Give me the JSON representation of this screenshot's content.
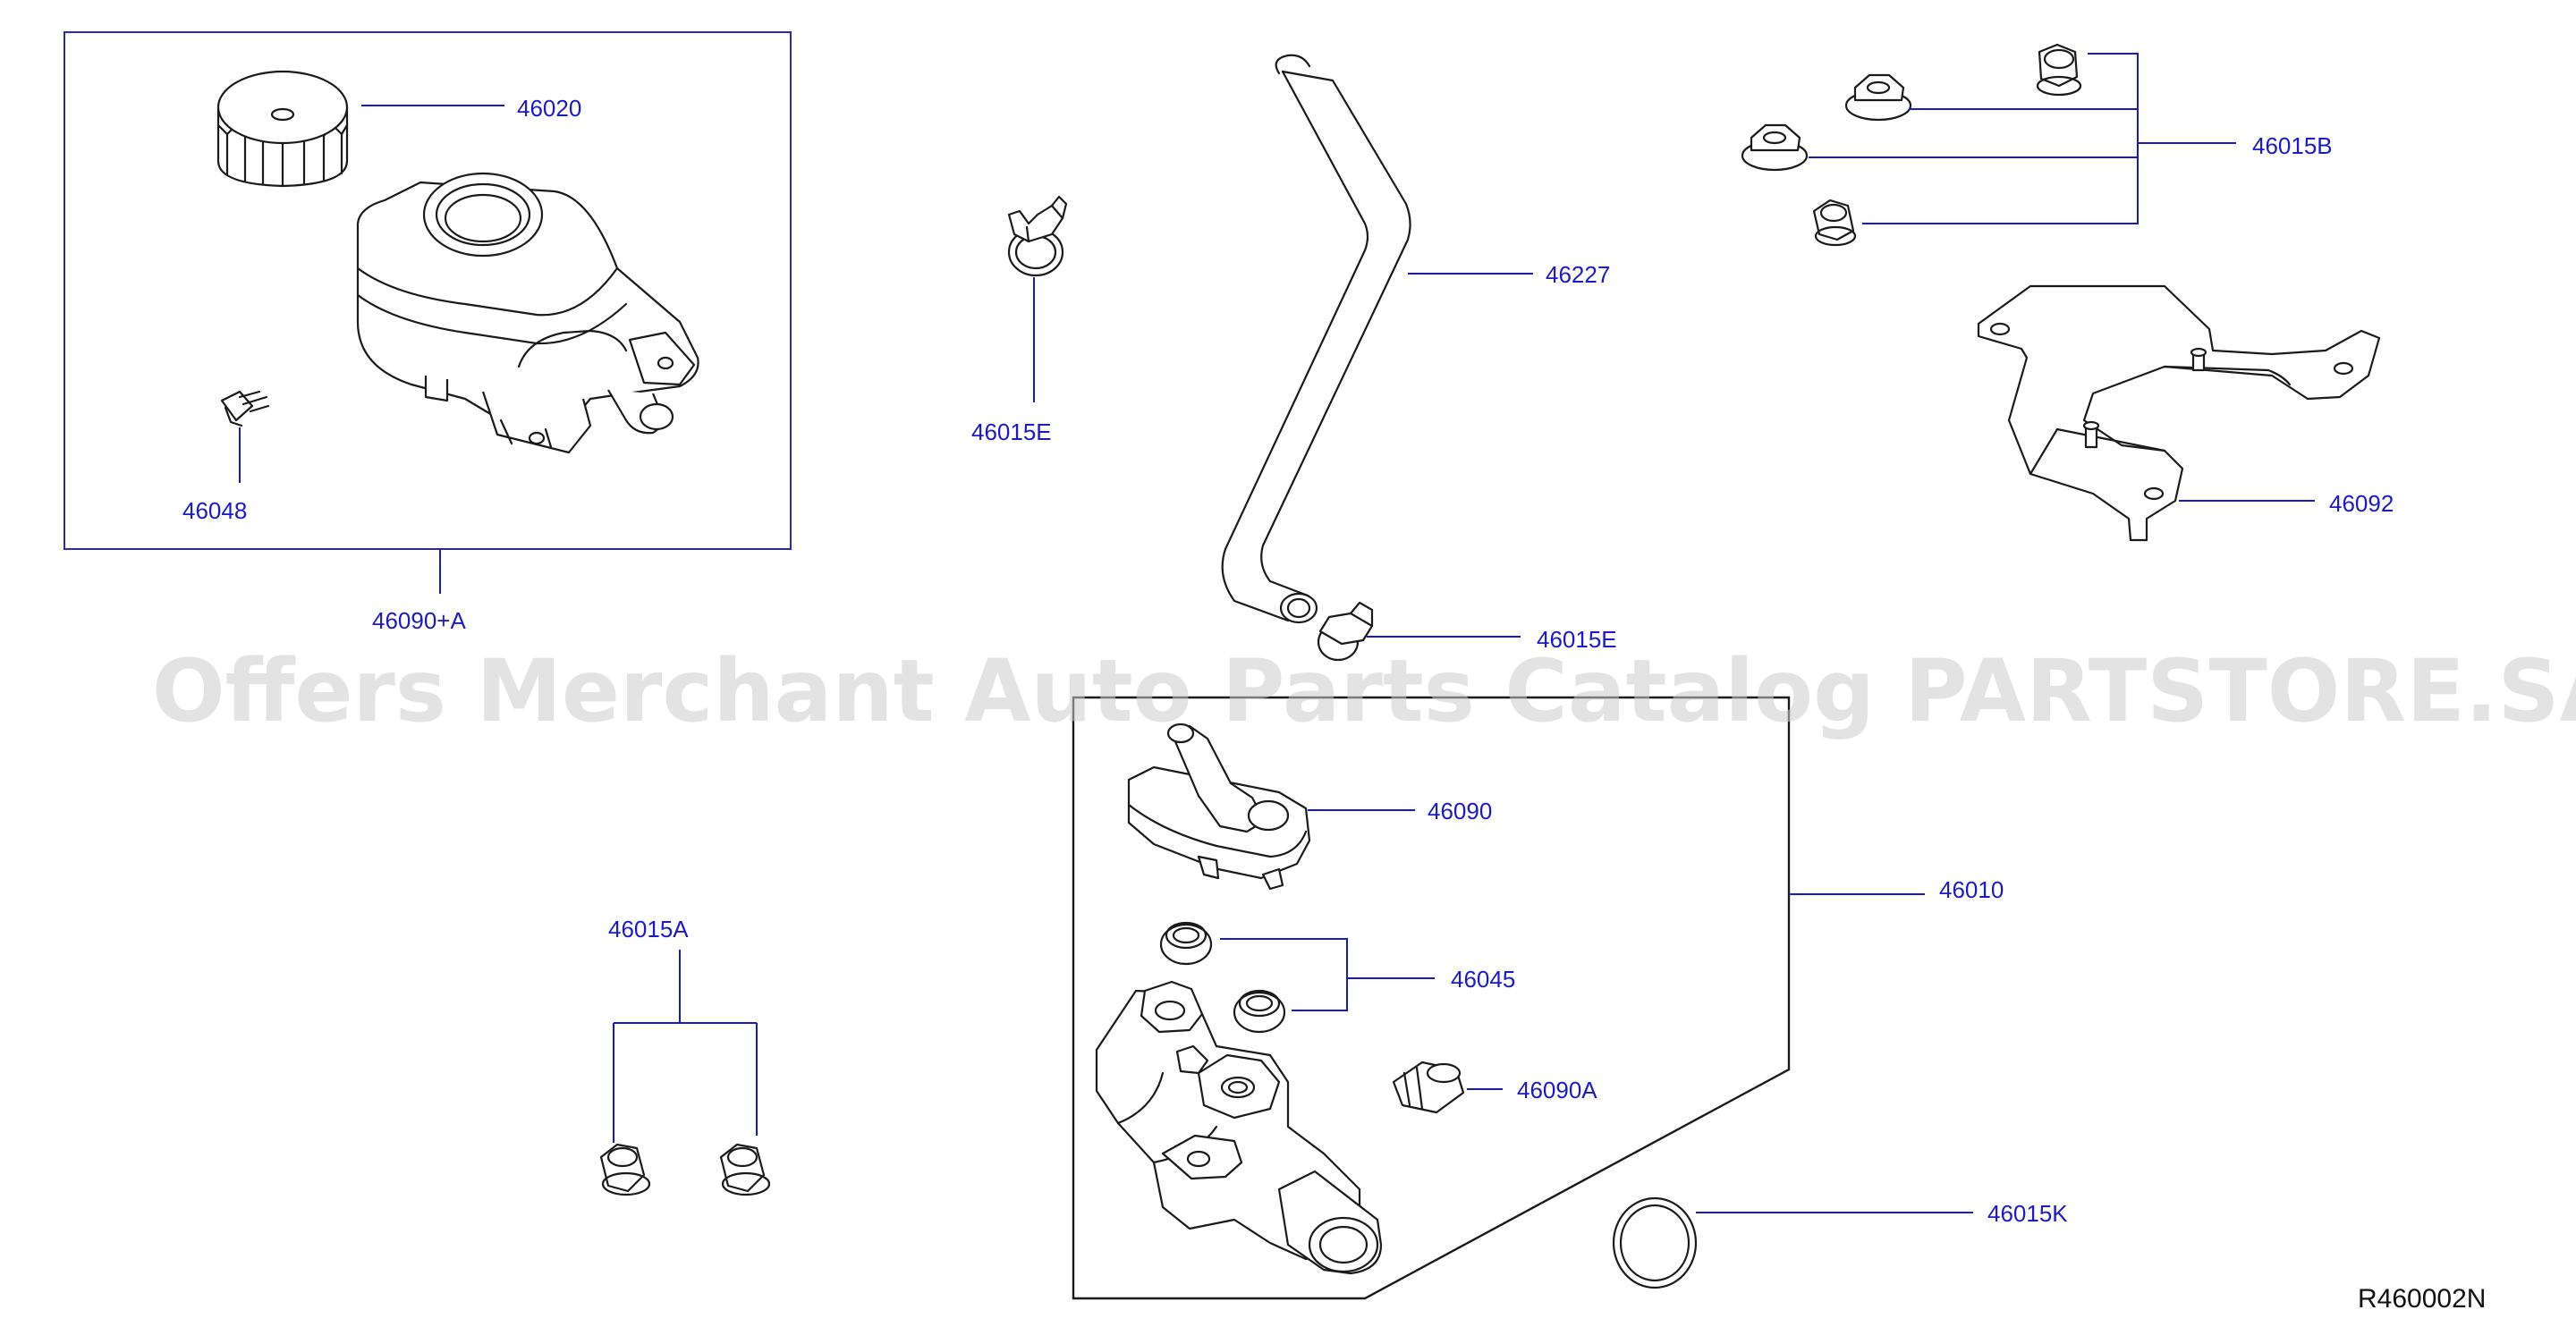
{
  "watermark": "Offers Merchant Auto Parts Catalog PARTSTORE.SA",
  "diagram_ref": "R460002N",
  "callouts": {
    "c46020": "46020",
    "c46048": "46048",
    "c46090_a": "46090+A",
    "c46015e_top": "46015E",
    "c46227": "46227",
    "c46015e_bottom": "46015E",
    "c46015b": "46015B",
    "c46092": "46092",
    "c46090": "46090",
    "c46010": "46010",
    "c46045": "46045",
    "c46090a": "46090A",
    "c46015k": "46015K",
    "c46015a": "46015A"
  },
  "colors": {
    "callout_blue": "#1a1acc",
    "line_black": "#1a1a1a",
    "watermark_gray": "#cccccc"
  }
}
